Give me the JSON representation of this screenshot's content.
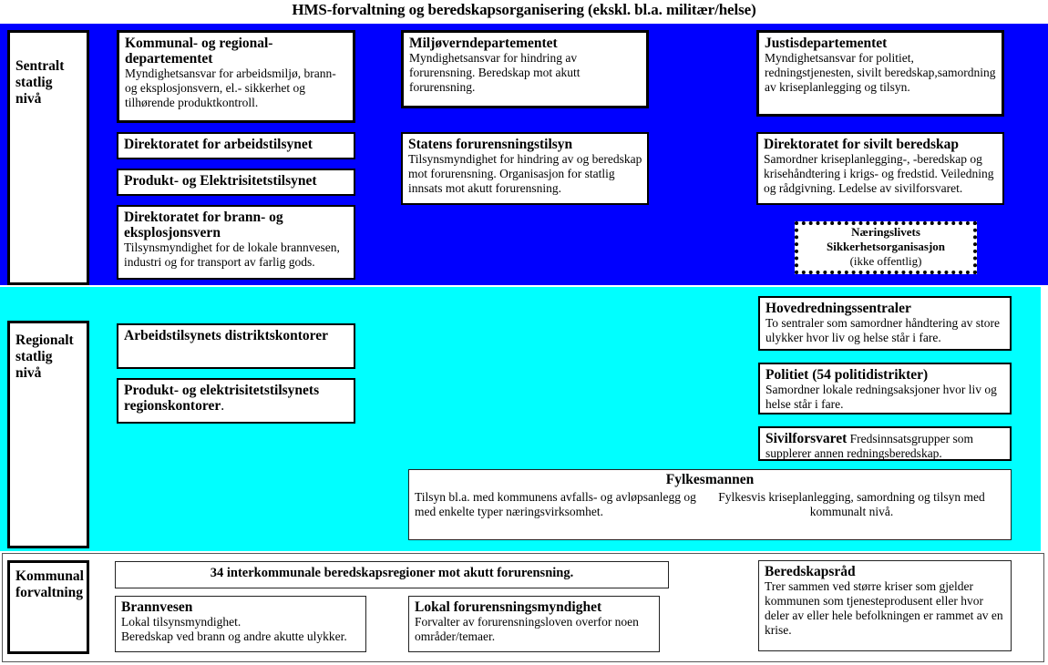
{
  "title": "HMS-forvaltning og beredskapsorganisering (ekskl. bl.a. militær/helse)",
  "colors": {
    "central_band": "#0000FF",
    "regional_band": "#00FFFF",
    "municipal_band": "#FFFFFF",
    "box_fill": "#FFFFFF",
    "text": "#000000"
  },
  "levels": {
    "central": {
      "label": "Sentralt statlig nivå",
      "columns": [
        {
          "boxes": [
            {
              "heading": "Kommunal- og regional-departementet",
              "body": "Myndighetsansvar for arbeidsmiljø, brann- og eksplosjonsvern, el.- sikkerhet og tilhørende produktkontroll."
            },
            {
              "heading": "Direktoratet for arbeidstilsynet",
              "body": ""
            },
            {
              "heading": "Produkt- og Elektrisitetstilsynet",
              "body": ""
            },
            {
              "heading": "Direktoratet for brann- og eksplosjonsvern",
              "body": "Tilsynsmyndighet for de lokale brannvesen, industri og for transport av farlig gods."
            }
          ]
        },
        {
          "boxes": [
            {
              "heading": "Miljøverndepartementet",
              "body": "Myndighetsansvar for hindring av forurensning. Beredskap mot akutt forurensning."
            },
            {
              "heading": "Statens forurensningstilsyn",
              "body": "Tilsynsmyndighet for hindring av og beredskap mot forurensning.  Organisasjon for statlig innsats mot akutt forurensning."
            }
          ]
        },
        {
          "boxes": [
            {
              "heading": "Justisdepartementet",
              "body": "Myndighetsansvar for politiet, redningstjenesten, sivilt beredskap,samordning av kriseplanlegging  og tilsyn."
            },
            {
              "heading": "Direktoratet for sivilt beredskap",
              "body": "Samordner kriseplanlegging-, -beredskap og krisehåndtering i krigs- og fredstid. Veiledning og rådgivning.  Ledelse av sivilforsvaret."
            },
            {
              "heading": "Næringslivets",
              "heading2": "Sikkerhetsorganisasjon",
              "body": "(ikke offentlig)",
              "style": "dotted-centered"
            }
          ]
        }
      ]
    },
    "regional": {
      "label": "Regionalt statlig nivå",
      "left_boxes": [
        {
          "heading": "Arbeidstilsynets distriktskontorer",
          "body": ""
        },
        {
          "heading": "Produkt- og elektrisitetstilsynets regionskontorer",
          "heading_suffix": ".",
          "body": ""
        }
      ],
      "right_boxes": [
        {
          "heading": "Hovedredningssentraler",
          "body": "To sentraler som samordner håndtering av store ulykker hvor liv og helse står i fare."
        },
        {
          "heading": "Politiet (54 politidistrikter)",
          "body": "Samordner lokale redningsaksjoner hvor liv og helse står i fare."
        },
        {
          "heading": "Sivilforsvaret",
          "inline_body": " Fredsinnsatsgrupper  som supplerer annen redningsberedskap."
        }
      ],
      "fylkesmannen": {
        "heading": "Fylkesmannen",
        "left_text": "Tilsyn bl.a. med kommunens avfalls- og avløpsanlegg og med enkelte typer næringsvirksomhet.",
        "right_text": "Fylkesvis kriseplanlegging, samordning og tilsyn med kommunalt nivå."
      }
    },
    "municipal": {
      "label": "Kommunal forvaltning",
      "banner": "34 interkommunale beredskapsregioner mot akutt forurensning.",
      "boxes": [
        {
          "heading": "Brannvesen",
          "body_line1": "Lokal tilsynsmyndighet.",
          "body_line2": "Beredskap ved brann og andre akutte ulykker."
        },
        {
          "heading": "Lokal forurensningsmyndighet",
          "body": "Forvalter av forurensningsloven overfor noen områder/temaer."
        },
        {
          "heading": "Beredskapsråd",
          "body": "Trer sammen ved større kriser som gjelder kommunen som tjenesteprodusent eller hvor deler av eller hele befolkningen er rammet av en krise."
        }
      ]
    }
  }
}
